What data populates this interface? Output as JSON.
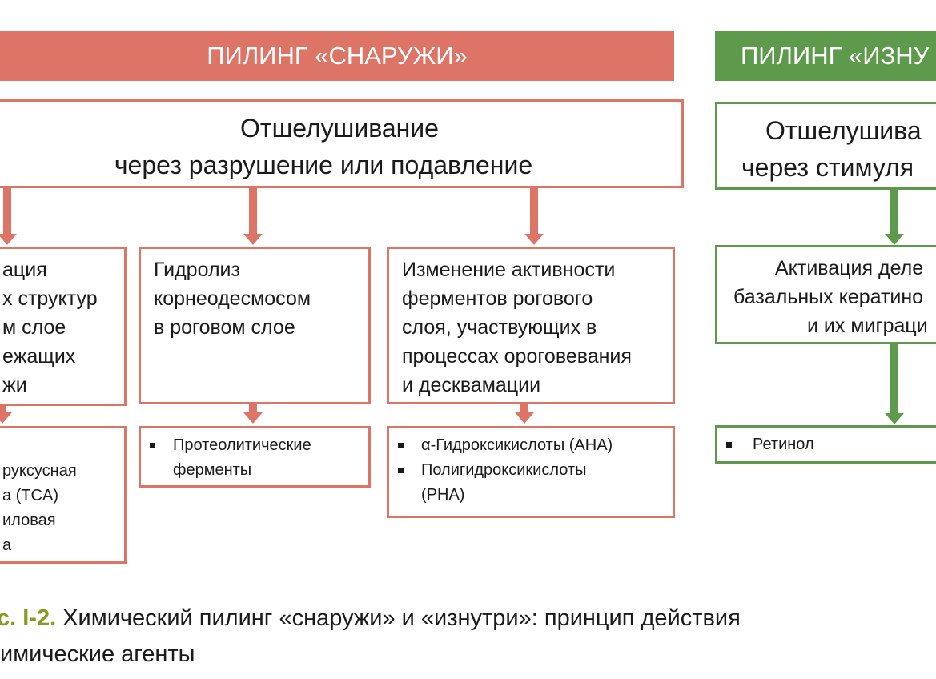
{
  "outside": {
    "banner": "ПИЛИНГ «СНАРУЖИ»",
    "main_box": {
      "line1": "Отшелушивание",
      "line2": "через разрушение или подавление"
    },
    "mechanisms": [
      {
        "lines": [
          "ация",
          "х структур",
          "м слое",
          "ежащих",
          "жи"
        ]
      },
      {
        "lines": [
          "Гидролиз",
          "корнеодесмосом",
          "в роговом слое"
        ]
      },
      {
        "lines": [
          "Изменение активности",
          "ферментов рогового",
          "слоя, участвующих в",
          "процессах ороговевания",
          "и десквамации"
        ]
      }
    ],
    "agents": [
      {
        "lines": [
          "руксусная",
          "а (TCA)",
          "иловая",
          "а"
        ]
      },
      {
        "items": [
          [
            "Протеолитические",
            "ферменты"
          ]
        ]
      },
      {
        "items": [
          [
            "α-Гидроксикислоты (AHA)"
          ],
          [
            "Полигидроксикислоты",
            "(PHA)"
          ]
        ]
      }
    ]
  },
  "inside": {
    "banner": "ПИЛИНГ «ИЗНУ",
    "main_box": {
      "line1": "Отшелушива",
      "line2": "через стимуля"
    },
    "mechanism": {
      "lines": [
        "Активация деле",
        "базальных кератино",
        "и их миграци"
      ]
    },
    "agent": {
      "items": [
        [
          "Ретинол"
        ]
      ]
    }
  },
  "caption": {
    "number": "с. I-2.",
    "line1": " Химический пилинг «снаружи» и «изнутри»: принцип действия",
    "line2": "имические агенты"
  },
  "colors": {
    "outside": "#de7466",
    "inside": "#5e9a4c",
    "caption_number": "#8a9a1e"
  }
}
